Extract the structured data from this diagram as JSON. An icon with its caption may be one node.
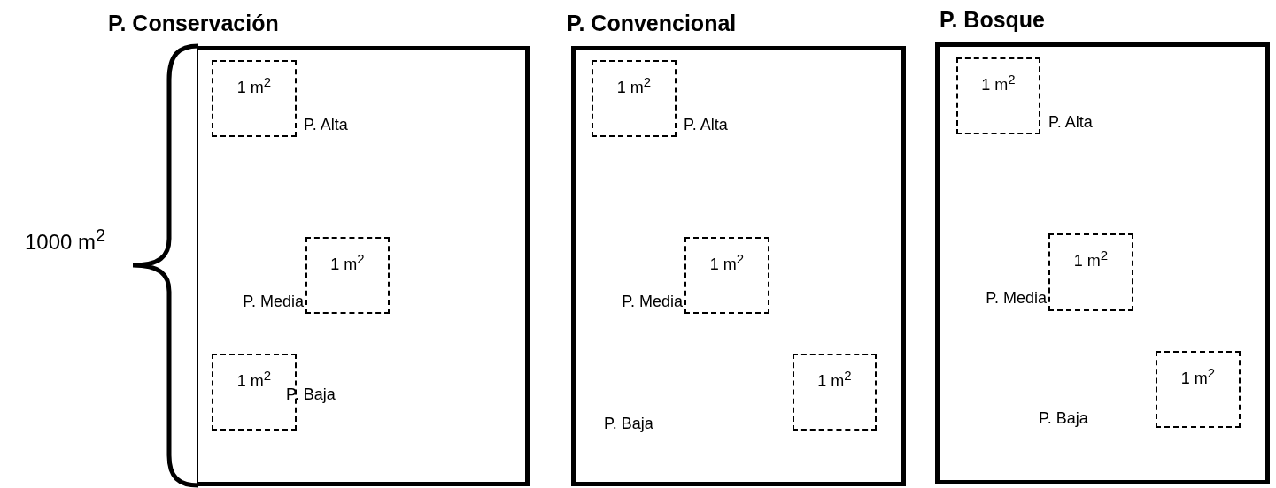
{
  "diagram": {
    "nodes": [
      {
        "text": [
          "P. Conservación"
        ]
      },
      {
        "text": [
          "1 m$^{2}$"
        ],
        "in": 0,
        "beside": [
          "P. Alta"
        ]
      },
      {
        "text": [
          "1 m$^{2}$"
        ],
        "in": 0,
        "beside": [
          "P. Media"
        ]
      },
      {
        "text": [
          "1 m$^{2}$"
        ],
        "in": 0,
        "beside": [
          "P. Baja"
        ]
      },
      {
        "text": [
          "P. Convencional"
        ]
      },
      {
        "text": [
          "1 m$^{2}$"
        ],
        "in": 4,
        "beside": [
          "P. Alta"
        ]
      },
      {
        "text": [
          "1 m$^{2}$"
        ],
        "in": 4,
        "beside": [
          "P. Media"
        ]
      },
      {
        "text": [
          "1 m$^{2}$"
        ],
        "in": 4
      },
      {
        "text": [
          "P. Bosque"
        ]
      },
      {
        "text": [
          "1 m$^{2}$"
        ],
        "in": 8,
        "beside": [
          "P. Alta"
        ]
      },
      {
        "text": [
          "1 m$^{2}$"
        ],
        "in": 8,
        "beside": [
          "P. Media"
        ]
      },
      {
        "text": [
          "1 m$^{2}$"
        ],
        "in": 8
      }
    ],
    "edges": [],
    "labels": [
      "1000 m$^{2}$",
      "P. Baja",
      "P. Baja"
    ]
  }
}
